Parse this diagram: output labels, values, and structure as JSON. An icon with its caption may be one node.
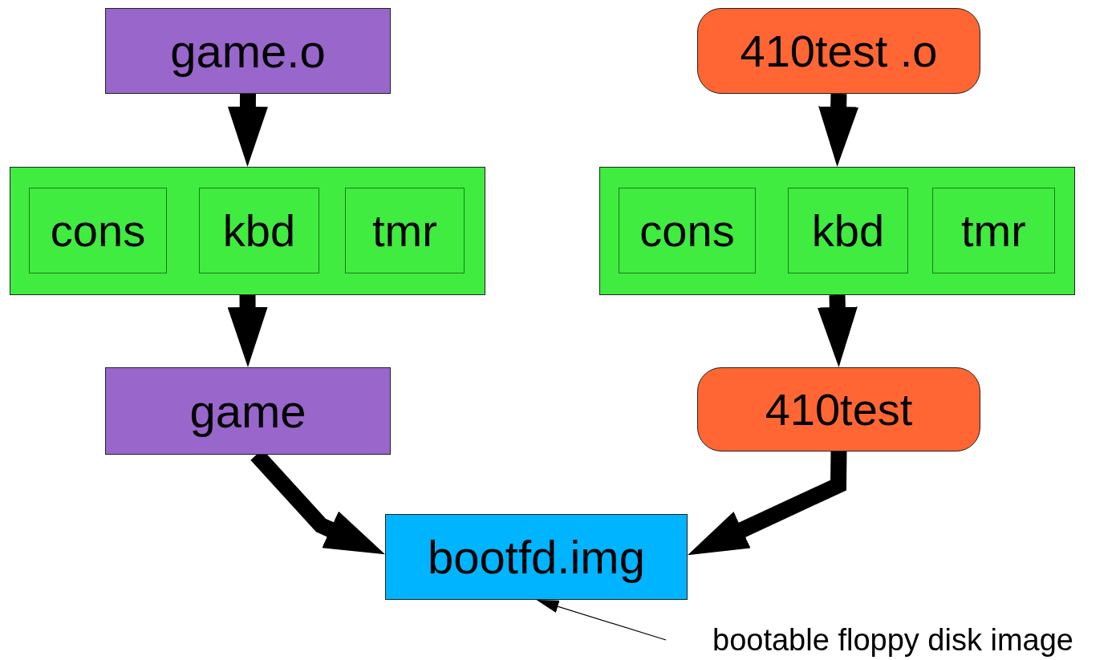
{
  "diagram": {
    "nodes": [
      {
        "text": [
          "game.o"
        ]
      },
      {
        "text": [],
        "shape": "box"
      },
      {
        "text": [
          "cons"
        ],
        "in": 1
      },
      {
        "text": [
          "kbd"
        ],
        "in": 1
      },
      {
        "text": [
          "tmr"
        ],
        "in": 1
      },
      {
        "text": [
          "game"
        ]
      },
      {
        "text": [
          "410test .o"
        ]
      },
      {
        "text": [],
        "shape": "box"
      },
      {
        "text": [
          "cons"
        ],
        "in": 7
      },
      {
        "text": [
          "kbd"
        ],
        "in": 7
      },
      {
        "text": [
          "tmr"
        ],
        "in": 7
      },
      {
        "text": [
          "410test"
        ]
      },
      {
        "text": [
          "bootfd.img"
        ]
      },
      {
        "text": [
          "bootable floppy disk image"
        ]
      }
    ],
    "edges": [
      {
        "from": 0,
        "to": 1,
        "arrow": "to"
      },
      {
        "from": 1,
        "to": 5,
        "arrow": "to"
      },
      {
        "from": 6,
        "to": 7,
        "arrow": "to"
      },
      {
        "from": 7,
        "to": 11,
        "arrow": "to"
      },
      {
        "from": 5,
        "to": 12,
        "arrow": "to"
      },
      {
        "from": 11,
        "to": 12,
        "arrow": "to"
      },
      {
        "from": 13,
        "to": 12,
        "arrow": "to"
      }
    ]
  }
}
